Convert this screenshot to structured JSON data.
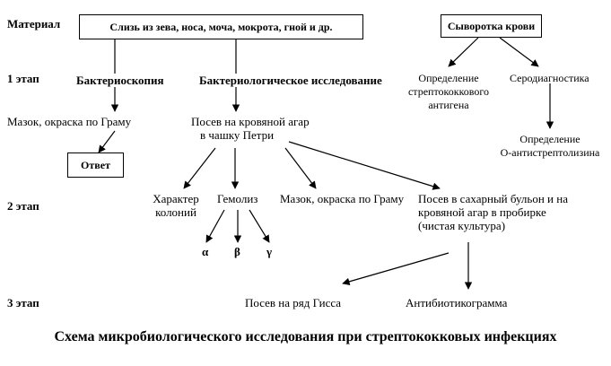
{
  "labels": {
    "material": "Материал",
    "stage1": "1 этап",
    "stage2": "2 этап",
    "stage3": "3 этап"
  },
  "boxes": {
    "material": "Слизь из зева, носа, моча, мокрота, гной и др.",
    "serum": "Сыворотка крови",
    "answer": "Ответ"
  },
  "stage1": {
    "bacterioscopy": "Бактериоскопия",
    "bacteriological": "Бактериологическое исследование",
    "antigen": [
      "Определение",
      "стрептококкового",
      "антигена"
    ],
    "serodiagnostics": "Серодиагностика",
    "smear": "Мазок, окраска по Граму",
    "culture": [
      "Посев на кровяной агар",
      "в чашку Петри"
    ],
    "asl": [
      "Определение",
      "О-антистрептолизина"
    ]
  },
  "stage2": {
    "colonies": [
      "Характер",
      "колоний"
    ],
    "hemolysis": "Гемолиз",
    "smear": "Мазок, окраска по Граму",
    "pure_culture": [
      "Посев в сахарный бульон и на",
      "кровяной агар в пробирке",
      "(чистая культура)"
    ],
    "alpha": "α",
    "beta": "β",
    "gamma": "γ"
  },
  "stage3": {
    "hiss": "Посев на ряд Гисса",
    "antibiogram": "Антибиотикограмма"
  },
  "caption": "Схема микробиологического исследования при стрептококковых инфекциях"
}
